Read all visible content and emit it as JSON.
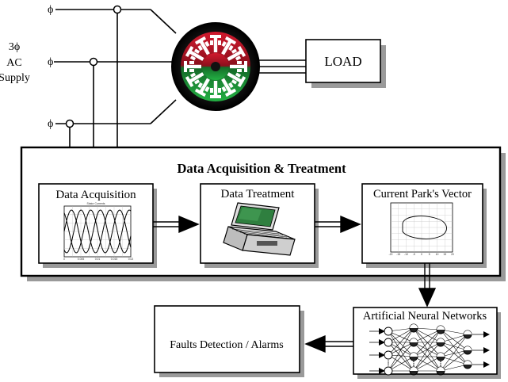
{
  "supply": {
    "phase_symbol": "ϕ",
    "label_line1": "3ϕ",
    "label_line2": "AC",
    "label_line3": "Supply"
  },
  "load_label": "LOAD",
  "main_box_title": "Data Acquisition & Treatment",
  "blocks": {
    "acquisition": "Data Acquisition",
    "treatment": "Data Treatment",
    "parks_vector": "Current Park's Vector",
    "ann": "Artificial Neural Networks",
    "faults": "Faults Detection / Alarms"
  },
  "mini_plot_a": {
    "title": "Stator Currents",
    "x_ticks": [
      "0",
      "0.005",
      "0.01",
      "0.015",
      "0.02"
    ]
  },
  "mini_plot_b": {
    "x_ticks": [
      "-20",
      "-15",
      "-10",
      "-5",
      "0",
      "5",
      "10",
      "15",
      "20"
    ]
  },
  "colors": {
    "motor_red": "#c8102e",
    "motor_green": "#1f9a3a",
    "shadow": "#9a9a9a",
    "laptop_screen": "#2f7f3f"
  }
}
